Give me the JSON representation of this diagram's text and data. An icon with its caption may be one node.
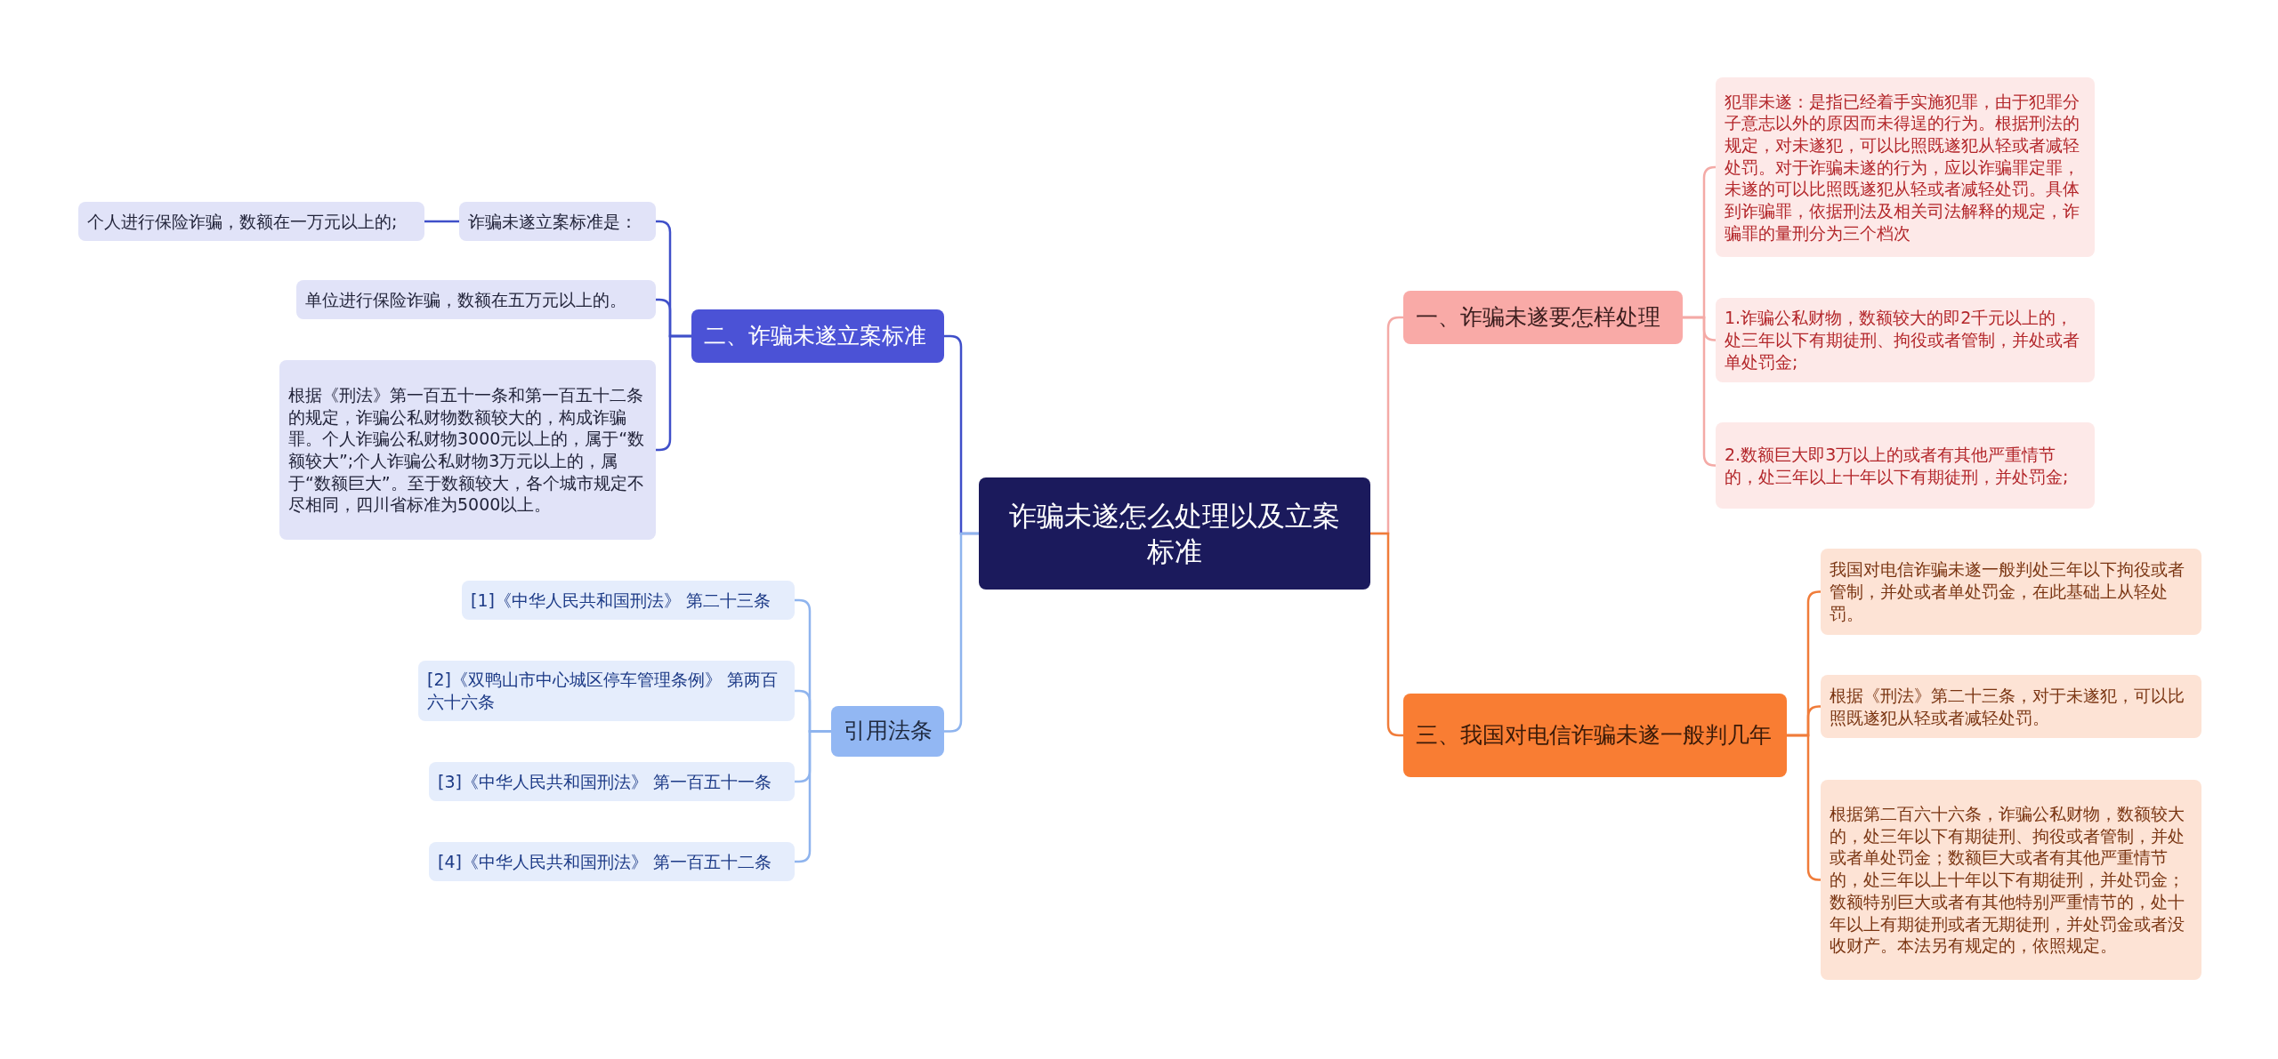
{
  "diagram": {
    "nodes": [
      {
        "text": [
          "诈骗未遂怎么处理以及立案标准"
        ]
      },
      {
        "text": [
          "一、诈骗未遂要怎样处理"
        ]
      },
      {
        "text": [
          "犯罪未遂：是指已经着手实施犯罪，由于犯罪分子意志以外的原因而未得逞的行为。根据刑法的规定，对未遂犯，可以比照既遂犯从轻或者减轻处罚。对于诈骗未遂的行为，应以诈骗罪定罪，未遂的可以比照既遂犯从轻或者减轻处罚。具体到诈骗罪，依据刑法及相关司法解释的规定，诈骗罪的量刑分为三个档次"
        ]
      },
      {
        "text": [
          "1.诈骗公私财物，数额较大的即2千元以上的，处三年以下有期徒刑、拘役或者管制，并处或者单处罚金;"
        ]
      },
      {
        "text": [
          "2.数额巨大即3万以上的或者有其他严重情节的，处三年以上十年以下有期徒刑，并处罚金;"
        ]
      },
      {
        "text": [
          "三、我国对电信诈骗未遂一般判几年"
        ]
      },
      {
        "text": [
          "我国对电信诈骗未遂一般判处三年以下拘役或者管制，并处或者单处罚金，在此基础上从轻处罚。"
        ]
      },
      {
        "text": [
          "根据《刑法》第二十三条，对于未遂犯，可以比照既遂犯从轻或者减轻处罚。"
        ]
      },
      {
        "text": [
          "根据第二百六十六条，诈骗公私财物，数额较大的，处三年以下有期徒刑、拘役或者管制，并处或者单处罚金；数额巨大或者有其他严重情节的，处三年以上十年以下有期徒刑，并处罚金；数额特别巨大或者有其他特别严重情节的，处十年以上有期徒刑或者无期徒刑，并处罚金或者没收财产。本法另有规定的，依照规定。"
        ]
      },
      {
        "text": [
          "二、诈骗未遂立案标准"
        ]
      },
      {
        "text": [
          "诈骗未遂立案标准是："
        ]
      },
      {
        "text": [
          "个人进行保险诈骗，数额在一万元以上的;"
        ]
      },
      {
        "text": [
          "单位进行保险诈骗，数额在五万元以上的。"
        ]
      },
      {
        "text": [
          "根据《刑法》第一百五十一条和第一百五十二条的规定，诈骗公私财物数额较大的，构成诈骗罪。个人诈骗公私财物3000元以上的，属于“数额较大”;个人诈骗公私财物3万元以上的，属于“数额巨大”。至于数额较大，各个城市规定不尽相同，四川省标准为5000以上。"
        ]
      },
      {
        "text": [
          "引用法条"
        ]
      },
      {
        "text": [
          "[1]《中华人民共和国刑法》 第二十三条"
        ]
      },
      {
        "text": [
          "[2]《双鸭山市中心城区停车管理条例》 第两百六十六条"
        ]
      },
      {
        "text": [
          "[3]《中华人民共和国刑法》 第一百五十一条"
        ]
      },
      {
        "text": [
          "[4]《中华人民共和国刑法》 第一百五十二条"
        ]
      }
    ],
    "edges": [
      {
        "from": 0,
        "to": 1,
        "arrow": "none",
        "color": "#f4aaa6"
      },
      {
        "from": 1,
        "to": 2,
        "arrow": "none",
        "color": "#f4aaa6"
      },
      {
        "from": 1,
        "to": 3,
        "arrow": "none",
        "color": "#f4aaa6"
      },
      {
        "from": 1,
        "to": 4,
        "arrow": "none",
        "color": "#f4aaa6"
      },
      {
        "from": 0,
        "to": 5,
        "arrow": "none",
        "color": "#f07c3a"
      },
      {
        "from": 5,
        "to": 6,
        "arrow": "none",
        "color": "#f07c3a"
      },
      {
        "from": 5,
        "to": 7,
        "arrow": "none",
        "color": "#f07c3a"
      },
      {
        "from": 5,
        "to": 8,
        "arrow": "none",
        "color": "#f07c3a"
      },
      {
        "from": 0,
        "to": 9,
        "arrow": "none",
        "color": "#3f4fc9"
      },
      {
        "from": 9,
        "to": 10,
        "arrow": "none",
        "color": "#3f4fc9"
      },
      {
        "from": 10,
        "to": 11,
        "arrow": "none",
        "color": "#3f4fc9"
      },
      {
        "from": 9,
        "to": 12,
        "arrow": "none",
        "color": "#3f4fc9"
      },
      {
        "from": 9,
        "to": 13,
        "arrow": "none",
        "color": "#3f4fc9"
      },
      {
        "from": 0,
        "to": 14,
        "arrow": "none",
        "color": "#8fb4ee"
      },
      {
        "from": 14,
        "to": 15,
        "arrow": "none",
        "color": "#8fb4ee"
      },
      {
        "from": 14,
        "to": 16,
        "arrow": "none",
        "color": "#8fb4ee"
      },
      {
        "from": 14,
        "to": 17,
        "arrow": "none",
        "color": "#8fb4ee"
      },
      {
        "from": 14,
        "to": 18,
        "arrow": "none",
        "color": "#8fb4ee"
      }
    ]
  }
}
